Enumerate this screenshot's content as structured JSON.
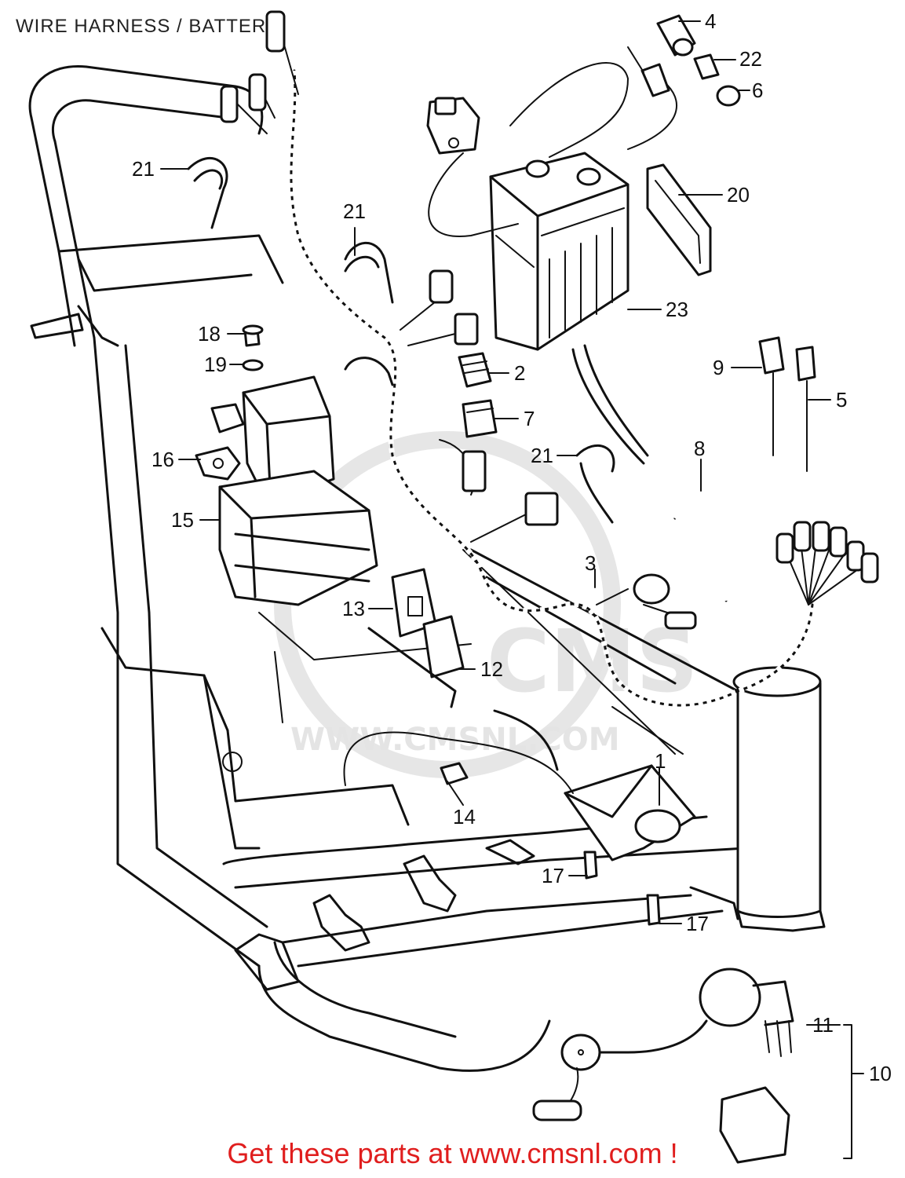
{
  "header": {
    "title": "WIRE HARNESS / BATTERY"
  },
  "watermark": {
    "logo_text": "CMS",
    "url_text": "WWW.CMSNL.COM"
  },
  "footer": {
    "cta_text": "Get these parts at www.cmsnl.com !",
    "cta_color": "#e01e1e"
  },
  "callouts": [
    {
      "id": "c4",
      "label": "4"
    },
    {
      "id": "c22",
      "label": "22"
    },
    {
      "id": "c6",
      "label": "6"
    },
    {
      "id": "c20",
      "label": "20"
    },
    {
      "id": "c23",
      "label": "23"
    },
    {
      "id": "c21a",
      "label": "21"
    },
    {
      "id": "c21b",
      "label": "21"
    },
    {
      "id": "c21c",
      "label": "21"
    },
    {
      "id": "c18",
      "label": "18"
    },
    {
      "id": "c19",
      "label": "19"
    },
    {
      "id": "c2",
      "label": "2"
    },
    {
      "id": "c7",
      "label": "7"
    },
    {
      "id": "c9",
      "label": "9"
    },
    {
      "id": "c5",
      "label": "5"
    },
    {
      "id": "c16",
      "label": "16"
    },
    {
      "id": "c15",
      "label": "15"
    },
    {
      "id": "c8",
      "label": "8"
    },
    {
      "id": "c3",
      "label": "3"
    },
    {
      "id": "c13",
      "label": "13"
    },
    {
      "id": "c12",
      "label": "12"
    },
    {
      "id": "c1",
      "label": "1"
    },
    {
      "id": "c14",
      "label": "14"
    },
    {
      "id": "c17a",
      "label": "17"
    },
    {
      "id": "c17b",
      "label": "17"
    },
    {
      "id": "c11",
      "label": "11"
    },
    {
      "id": "c10",
      "label": "10"
    }
  ]
}
